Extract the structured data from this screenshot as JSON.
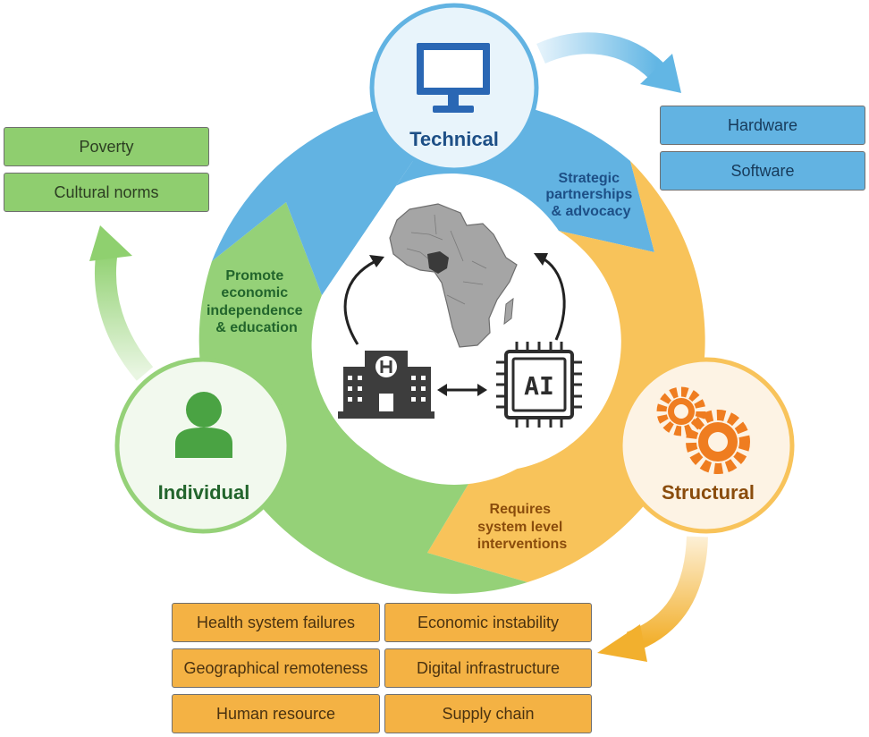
{
  "colors": {
    "technical": "#62b3e2",
    "structural": "#f8c35a",
    "individual": "#95d178",
    "technical_label": "#1d4f86",
    "structural_label": "#8a4c0c",
    "individual_label": "#22652c"
  },
  "nodes": {
    "technical": {
      "label": "Technical",
      "icon": "monitor-icon"
    },
    "structural": {
      "label": "Structural",
      "icon": "gears-icon"
    },
    "individual": {
      "label": "Individual",
      "icon": "person-icon"
    }
  },
  "ring_labels": {
    "technical": [
      "Strategic",
      "partnerships",
      "& advocacy"
    ],
    "structural": [
      "Requires",
      "system level",
      "interventions"
    ],
    "individual": [
      "Promote",
      "economic",
      "independence",
      "& education"
    ]
  },
  "center": {
    "map_icon": "africa-map-nigeria-highlighted-icon",
    "hospital_icon": "hospital-icon",
    "ai_label": "AI",
    "ai_icon": "ai-chip-icon"
  },
  "individual_factors": [
    "Poverty",
    "Cultural norms"
  ],
  "technical_factors": [
    "Hardware",
    "Software"
  ],
  "structural_factors": [
    "Health system failures",
    "Economic instability",
    "Geographical remoteness",
    "Digital infrastructure",
    "Human resource",
    "Supply chain"
  ]
}
